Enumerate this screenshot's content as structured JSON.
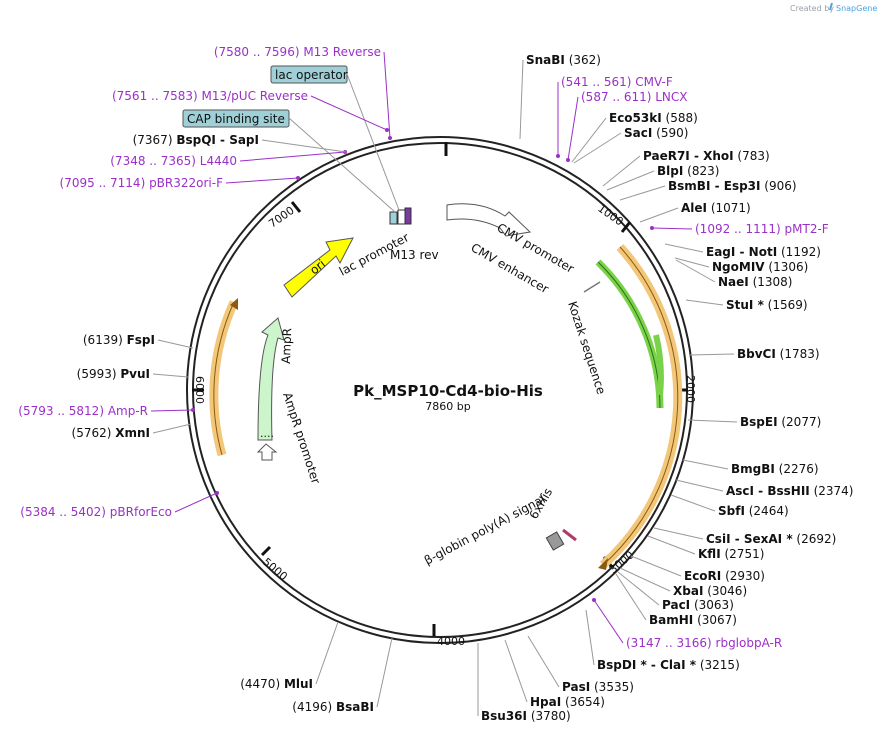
{
  "credit": {
    "text": "Created by",
    "brand": "SnapGene"
  },
  "plasmid": {
    "name": "Pk_MSP10-Cd4-bio-His",
    "length": "7860 bp"
  },
  "ticks": [
    "1000",
    "2000",
    "3000",
    "4000",
    "5000",
    "6000",
    "7000"
  ],
  "features": [
    "CMV enhancer",
    "CMV promoter",
    "Kozak sequence",
    "lac promoter",
    "M13 rev",
    "ori",
    "AmpR",
    "AmpR promoter",
    "6xHis",
    "β-globin poly(A) signal"
  ],
  "boxed_features": [
    "lac operator",
    "CAP binding site"
  ],
  "sites": [
    {
      "pos": "(362)",
      "name": "SnaBI"
    },
    {
      "pos": "(541 .. 561)",
      "name": "CMV-F"
    },
    {
      "pos": "(587 .. 611)",
      "name": "LNCX"
    },
    {
      "pos": "(588)",
      "name": "Eco53kI"
    },
    {
      "pos": "(590)",
      "name": "SacI"
    },
    {
      "pos": "(783)",
      "name": "PaeR7I - XhoI"
    },
    {
      "pos": "(823)",
      "name": "BlpI"
    },
    {
      "pos": "(906)",
      "name": "BsmBI - Esp3I"
    },
    {
      "pos": "(1071)",
      "name": "AleI"
    },
    {
      "pos": "(1092 .. 1111)",
      "name": "pMT2-F"
    },
    {
      "pos": "(1192)",
      "name": "EagI - NotI"
    },
    {
      "pos": "(1306)",
      "name": "NgoMIV"
    },
    {
      "pos": "(1308)",
      "name": "NaeI"
    },
    {
      "pos": "(1569)",
      "name": "StuI *"
    },
    {
      "pos": "(1783)",
      "name": "BbvCI"
    },
    {
      "pos": "(2077)",
      "name": "BspEI"
    },
    {
      "pos": "(2276)",
      "name": "BmgBI"
    },
    {
      "pos": "(2374)",
      "name": "AscI - BssHII"
    },
    {
      "pos": "(2464)",
      "name": "SbfI"
    },
    {
      "pos": "(2692)",
      "name": "CsiI - SexAI *"
    },
    {
      "pos": "(2751)",
      "name": "KflI"
    },
    {
      "pos": "(2930)",
      "name": "EcoRI"
    },
    {
      "pos": "(3046)",
      "name": "XbaI"
    },
    {
      "pos": "(3063)",
      "name": "PacI"
    },
    {
      "pos": "(3067)",
      "name": "BamHI"
    },
    {
      "pos": "(3147 .. 3166)",
      "name": "rbglobpA-R"
    },
    {
      "pos": "(3215)",
      "name": "BspDI * - ClaI *"
    },
    {
      "pos": "(3535)",
      "name": "PasI"
    },
    {
      "pos": "(3654)",
      "name": "HpaI"
    },
    {
      "pos": "(3780)",
      "name": "Bsu36I"
    },
    {
      "pos": "(4196)",
      "name": "BsaBI"
    },
    {
      "pos": "(4470)",
      "name": "MluI"
    },
    {
      "pos": "(5384 .. 5402)",
      "name": "pBRforEco"
    },
    {
      "pos": "(5762)",
      "name": "XmnI"
    },
    {
      "pos": "(5793 .. 5812)",
      "name": "Amp-R"
    },
    {
      "pos": "(5993)",
      "name": "PvuI"
    },
    {
      "pos": "(6139)",
      "name": "FspI"
    },
    {
      "pos": "(7095 .. 7114)",
      "name": "pBR322ori-F"
    },
    {
      "pos": "(7348 .. 7365)",
      "name": "L4440"
    },
    {
      "pos": "(7367)",
      "name": "BspQI - SapI"
    },
    {
      "pos": "(7561 .. 7583)",
      "name": "M13/pUC Reverse"
    },
    {
      "pos": "(7580 .. 7596)",
      "name": "M13 Reverse"
    }
  ],
  "colors": {
    "primer": "#9b30c8",
    "ori": "#ffff00",
    "ampr": "#ccf5cc",
    "orf": "#f3c77a",
    "kozak_arrow": "#7ad24a",
    "box": "#9fd0d8",
    "ring": "#222222"
  }
}
